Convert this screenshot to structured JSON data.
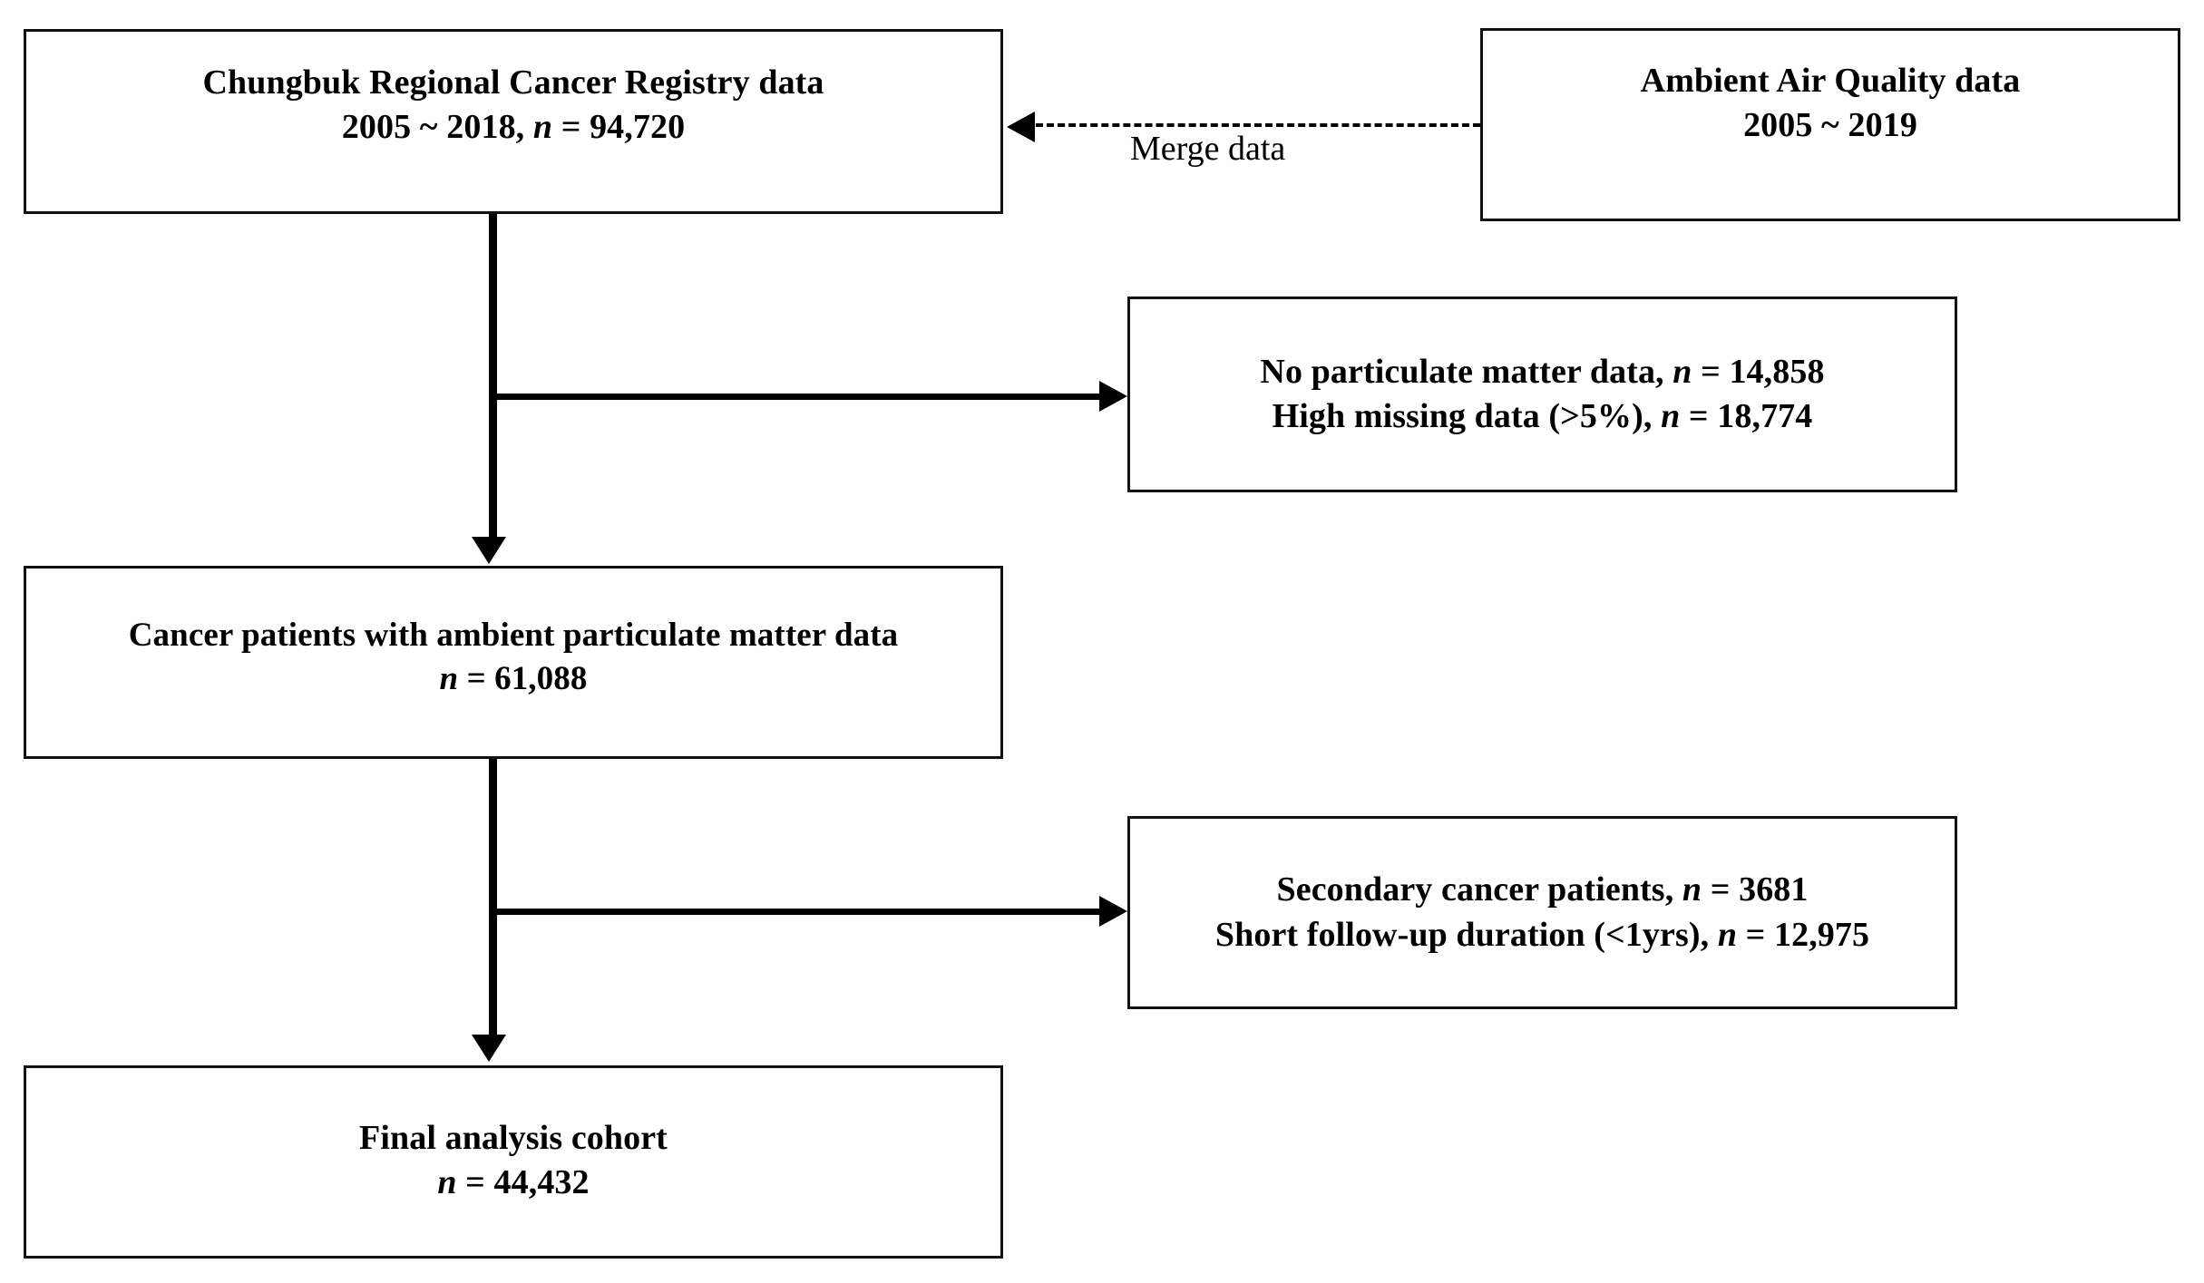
{
  "diagram": {
    "title": "Study cohort selection flow diagram",
    "background_color": "#ffffff",
    "line_color": "#000000"
  },
  "boxes": {
    "source": {
      "line1": "Chungbuk Regional Cancer Registry data",
      "line2_prefix": "2005 ~ 2018, ",
      "line2_italic": "n",
      "line2_suffix": " = 94,720"
    },
    "air_quality": {
      "line1": "Ambient Air Quality data",
      "line2": "2005 ~ 2019"
    },
    "exclusion_1": {
      "line1_prefix": "No particulate matter data, ",
      "line1_italic": "n",
      "line1_suffix": " = 14,858",
      "line2_prefix": "High missing data (>5%), ",
      "line2_italic": "n",
      "line2_suffix": " = 18,774"
    },
    "cohort": {
      "line1": "Cancer patients with ambient particulate matter data",
      "line2_italic": "n",
      "line2_suffix": " = 61,088"
    },
    "exclusion_2": {
      "line1_prefix": "Secondary cancer patients, ",
      "line1_italic": "n",
      "line1_suffix": " = 3681",
      "line2_prefix": "Short follow-up duration (<1yrs), ",
      "line2_italic": "n",
      "line2_suffix": " = 12,975"
    },
    "final": {
      "line1": "Final analysis cohort",
      "line2_italic": "n",
      "line2_suffix": " = 44,432"
    }
  },
  "connectors": {
    "merge_label": "Merge data"
  }
}
